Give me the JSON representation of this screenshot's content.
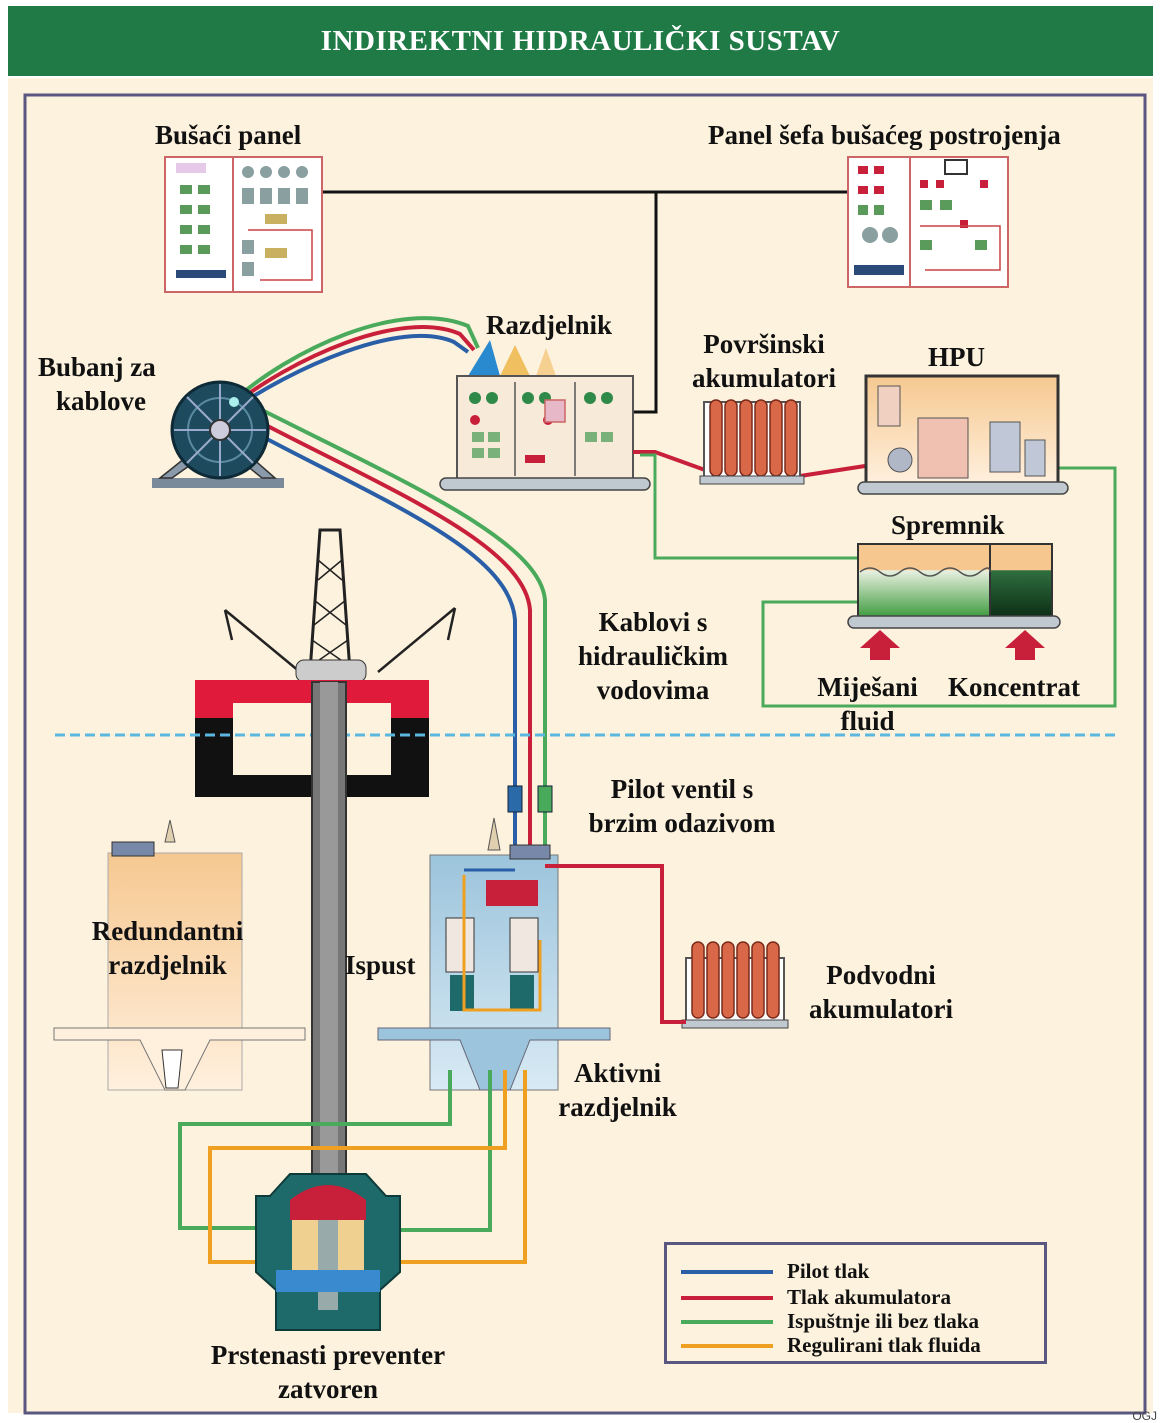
{
  "title": "INDIREKTNI HIDRAULIČKI SUSTAV",
  "labels": {
    "drilling_panel": "Bušaći panel",
    "toolpusher_panel": "Panel šefa bušaćeg postrojenja",
    "manifold": "Razdjelnik",
    "surface_accumulators": [
      "Površinski",
      "akumulatori"
    ],
    "hpu": "HPU",
    "hose_reel": [
      "Bubanj za",
      "kablove"
    ],
    "reservoir": "Spremnik",
    "hose_bundle": [
      "Kablovi s",
      "hidrauličkim",
      "vodovima"
    ],
    "mixed_fluid": [
      "Miješani",
      "fluid"
    ],
    "concentrate": "Koncentrat",
    "pilot_valve": [
      "Pilot ventil s",
      "brzim odazivom"
    ],
    "redundant_pod": [
      "Redundantni",
      "razdjelnik"
    ],
    "vent": "Ispust",
    "subsea_accumulators": [
      "Podvodni",
      "akumulatori"
    ],
    "active_pod": [
      "Aktivni",
      "razdjelnik"
    ],
    "annular_preventer": [
      "Prstenasti preventer",
      "zatvoren"
    ]
  },
  "legend": [
    {
      "label": "Pilot tlak",
      "color": "#2a5fa8"
    },
    {
      "label": "Tlak akumulatora",
      "color": "#c8203a"
    },
    {
      "label": "Ispuštnje ili bez tlaka",
      "color": "#4aaa5c"
    },
    {
      "label": "Regulirani tlak fluida",
      "color": "#f0a020"
    }
  ],
  "corner_mark": "OGJ"
}
